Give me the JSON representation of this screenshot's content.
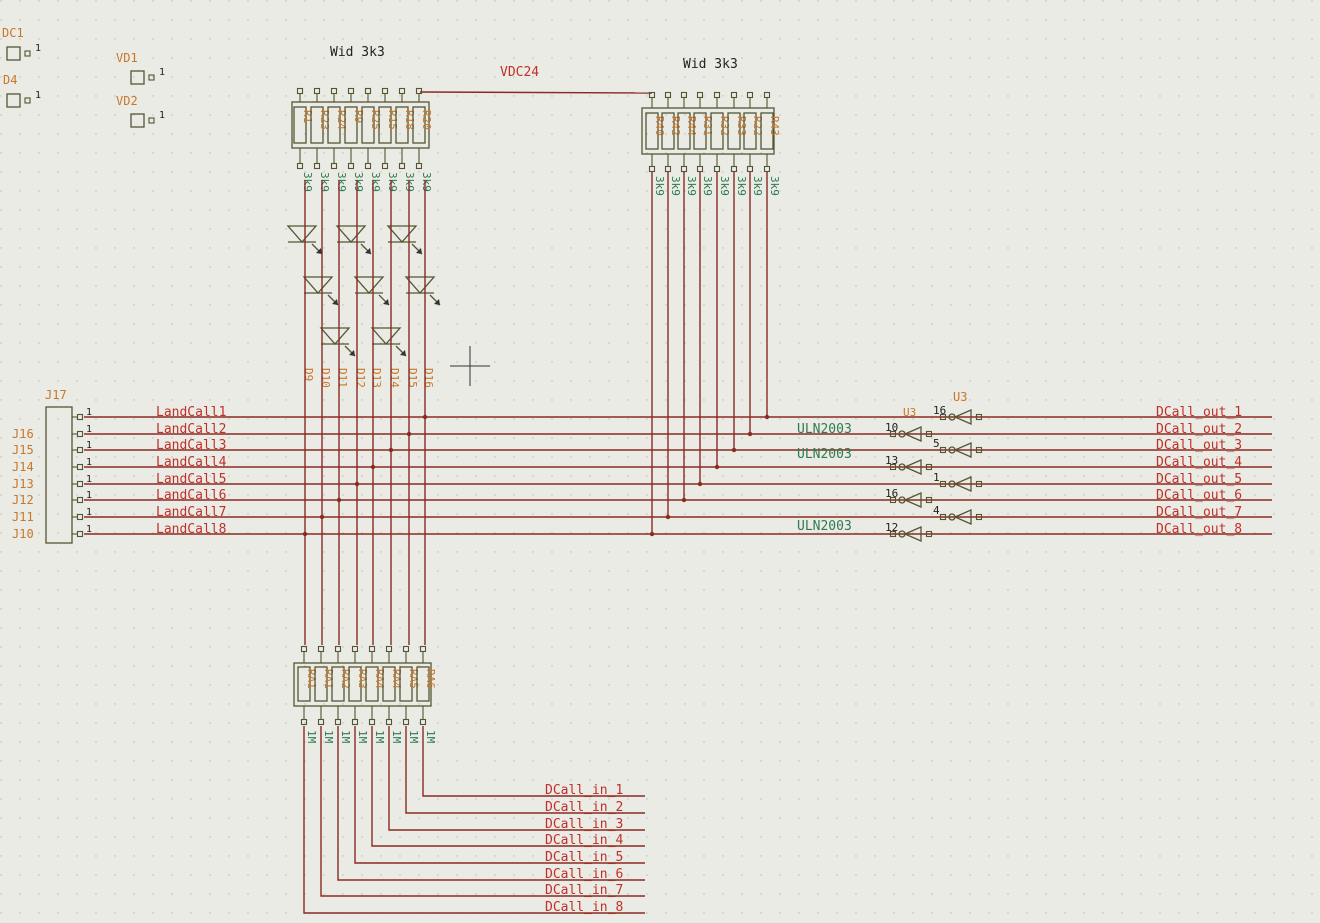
{
  "top_parts": [
    {
      "ref": "DC1",
      "pin": "1"
    },
    {
      "ref": "D4",
      "pin": "1"
    },
    {
      "ref": "VD1",
      "pin": "1"
    },
    {
      "ref": "VD2",
      "pin": "1"
    }
  ],
  "array_left": {
    "title": "Wid 3k3",
    "resistors": [
      "R1",
      "R23",
      "R24",
      "R9",
      "R25",
      "R15",
      "R18",
      "R20"
    ],
    "values": [
      "3k9",
      "3k9",
      "3k9",
      "3k9",
      "3k9",
      "3k9",
      "3k9",
      "3k9"
    ]
  },
  "array_right": {
    "title": "Wid 3k3",
    "resistors": [
      "R40",
      "R42",
      "R44",
      "R31",
      "R32",
      "R33",
      "R22",
      "R43"
    ],
    "values": [
      "3k9",
      "3k9",
      "3k9",
      "3k9",
      "3k9",
      "3k9",
      "3k9",
      "3k9"
    ]
  },
  "net_vdc": "VDC24",
  "leds": [
    "D9",
    "D10",
    "D11",
    "D12",
    "D13",
    "D14",
    "D15",
    "D16"
  ],
  "connector": {
    "ref": "J17",
    "jacks": [
      "J16",
      "J15",
      "J14",
      "J13",
      "J12",
      "J11",
      "J10"
    ],
    "pin_label": "1"
  },
  "land_calls": [
    "LandCall1",
    "LandCall2",
    "LandCall3",
    "LandCall4",
    "LandCall5",
    "LandCall6",
    "LandCall7",
    "LandCall8"
  ],
  "driver": {
    "ref": "U3",
    "labels": [
      "ULN2003",
      "ULN2003",
      "ULN2003"
    ],
    "pins_left": [
      "10",
      "13",
      "16",
      "12"
    ],
    "pins_right": [
      "16",
      "5",
      "1",
      "4"
    ]
  },
  "outputs": [
    "DCall_out_1",
    "DCall_out_2",
    "DCall_out_3",
    "DCall_out_4",
    "DCall_out_5",
    "DCall_out_6",
    "DCall_out_7",
    "DCall_out_8"
  ],
  "array_bottom": {
    "resistors": [
      "RA1",
      "RA1",
      "RA2",
      "RA3",
      "RA4",
      "RA4",
      "RA5",
      "RA6"
    ],
    "values": [
      "1M",
      "1M",
      "1M",
      "1M",
      "1M",
      "1M",
      "1M",
      "1M"
    ]
  },
  "inputs": [
    "DCall_in_1",
    "DCall_in_2",
    "DCall_in_3",
    "DCall_in_4",
    "DCall_in_5",
    "DCall_in_6",
    "DCall_in_7",
    "DCall_in_8"
  ]
}
